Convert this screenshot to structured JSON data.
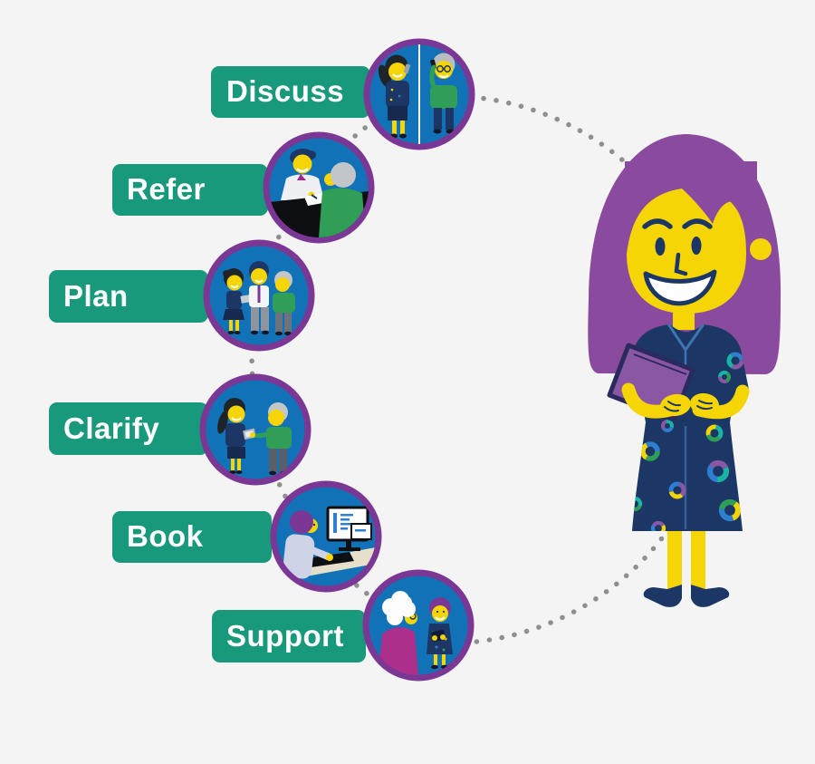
{
  "steps": [
    {
      "label": "Discuss",
      "icon": "discuss-phone-call-icon"
    },
    {
      "label": "Refer",
      "icon": "refer-doctor-consultation-icon"
    },
    {
      "label": "Plan",
      "icon": "plan-team-discussion-icon"
    },
    {
      "label": "Clarify",
      "icon": "clarify-tablet-review-icon"
    },
    {
      "label": "Book",
      "icon": "book-computer-booking-icon"
    },
    {
      "label": "Support",
      "icon": "support-companion-icon"
    }
  ],
  "character": {
    "name": "care-navigator-with-folder"
  },
  "colors": {
    "background": "#f4f4f5",
    "label_green": "#18997c",
    "label_text": "#ffffff",
    "circle_ring_purple": "#7b3794",
    "circle_blue": "#1272b8",
    "dotted_path_gray": "#8f8f8f",
    "skin_yellow": "#f5d505",
    "hair_purple": "#8a4b9e",
    "outline_navy": "#1c3765",
    "folder_purple": "#8a57a5"
  }
}
